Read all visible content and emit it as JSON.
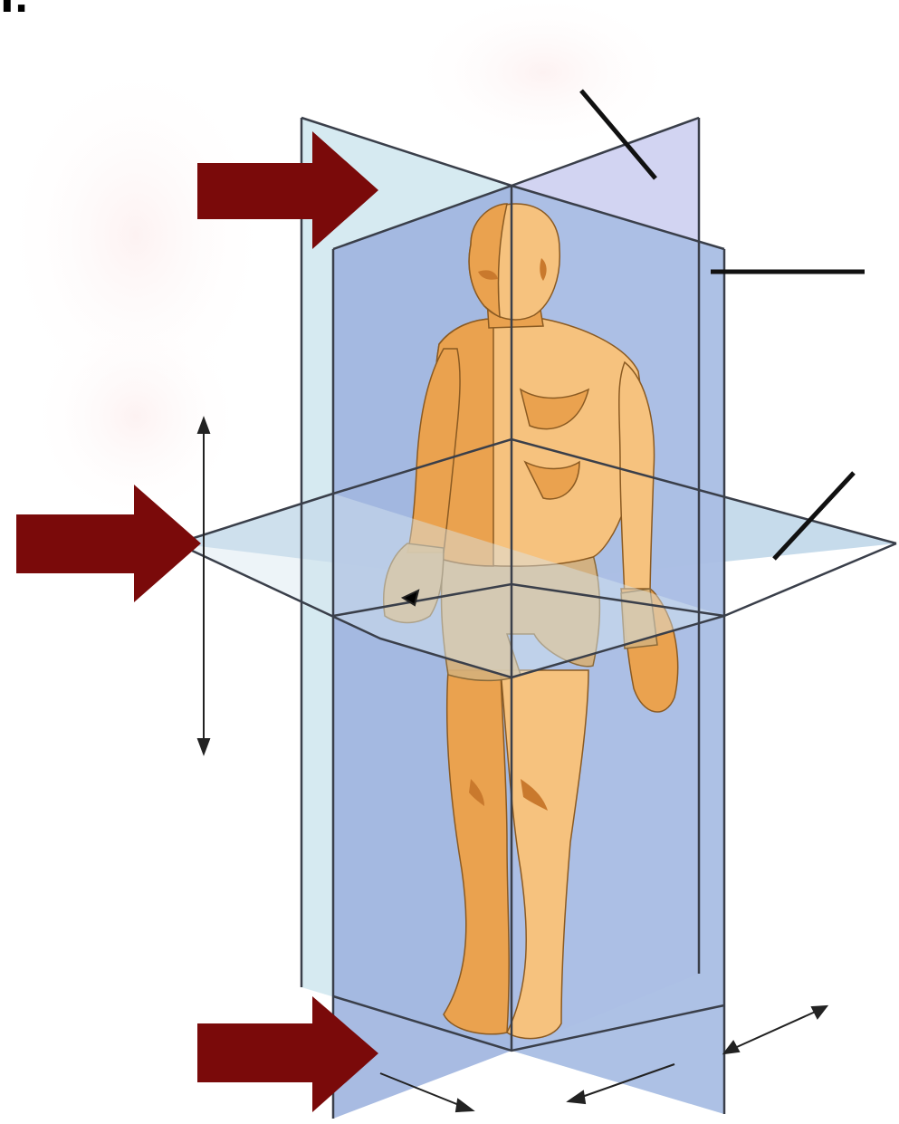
{
  "diagram": {
    "corner_label": "I.",
    "subject": "anatomical-body-planes",
    "colors": {
      "arrow_fill": "#7a0a0a",
      "plane_light": "#cfe6ee",
      "plane_mid": "#b3c9e6",
      "plane_blue": "#9fb4df",
      "plane_edge": "#3a3f4a",
      "skin_light": "#f6c27e",
      "skin_mid": "#eaa24f",
      "skin_dark": "#c9792d",
      "shorts": "#d5b07a",
      "leader_line": "#111111"
    },
    "pointer_arrows": [
      "frontal-plane-arrow",
      "transverse-plane-arrow",
      "sagittal-plane-arrow"
    ],
    "blank_label_lines": 3
  }
}
